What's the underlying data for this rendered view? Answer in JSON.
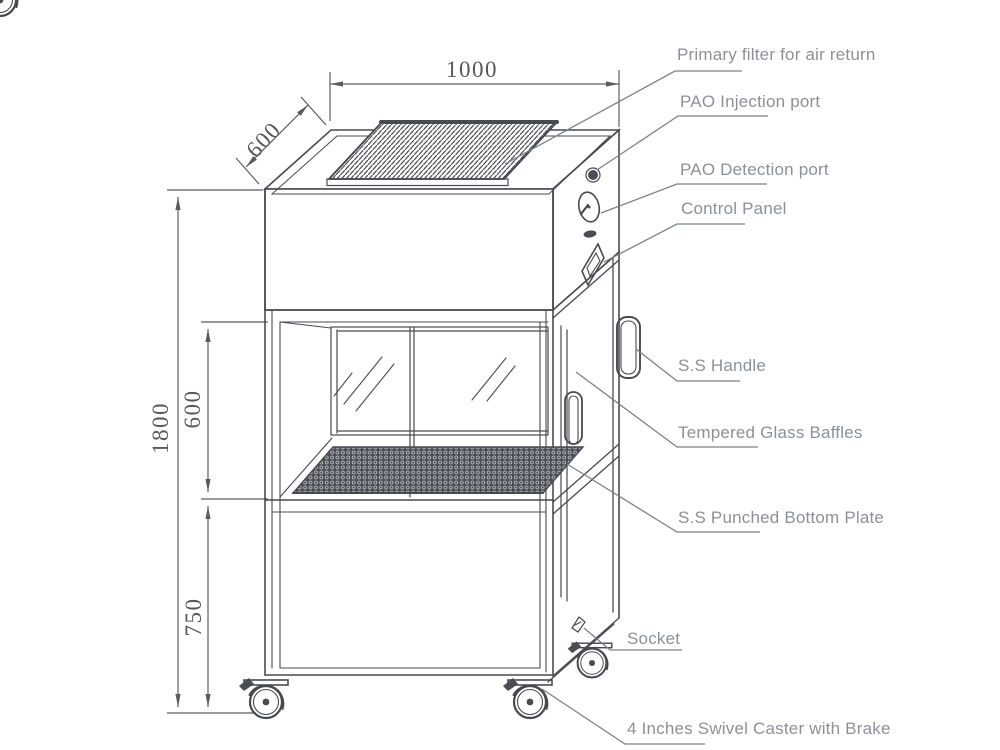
{
  "diagram_type": "technical-drawing",
  "subject": "laminar clean bench isometric drawing",
  "dimensions": {
    "top_width": {
      "value": "1000"
    },
    "top_depth": {
      "value": "600"
    },
    "total_height": {
      "value": "1800"
    },
    "chamber_height": {
      "value": "600"
    },
    "base_height": {
      "value": "750"
    }
  },
  "callouts": {
    "primary_filter": {
      "label": "Primary filter for air return"
    },
    "pao_injection": {
      "label": "PAO Injection port"
    },
    "pao_detection": {
      "label": "PAO Detection port"
    },
    "control_panel": {
      "label": "Control Panel"
    },
    "ss_handle": {
      "label": "S.S Handle"
    },
    "glass_baffles": {
      "label": "Tempered Glass Baffles"
    },
    "bottom_plate": {
      "label": "S.S Punched Bottom Plate"
    },
    "socket": {
      "label": "Socket"
    },
    "caster": {
      "label": "4 Inches Swivel Caster with Brake"
    }
  },
  "colors": {
    "line": "#474b51",
    "label_text": "#8b9199",
    "leader_line": "#7b8188",
    "dimension_line": "#595d63",
    "plate_fill": "#4a4e54"
  }
}
